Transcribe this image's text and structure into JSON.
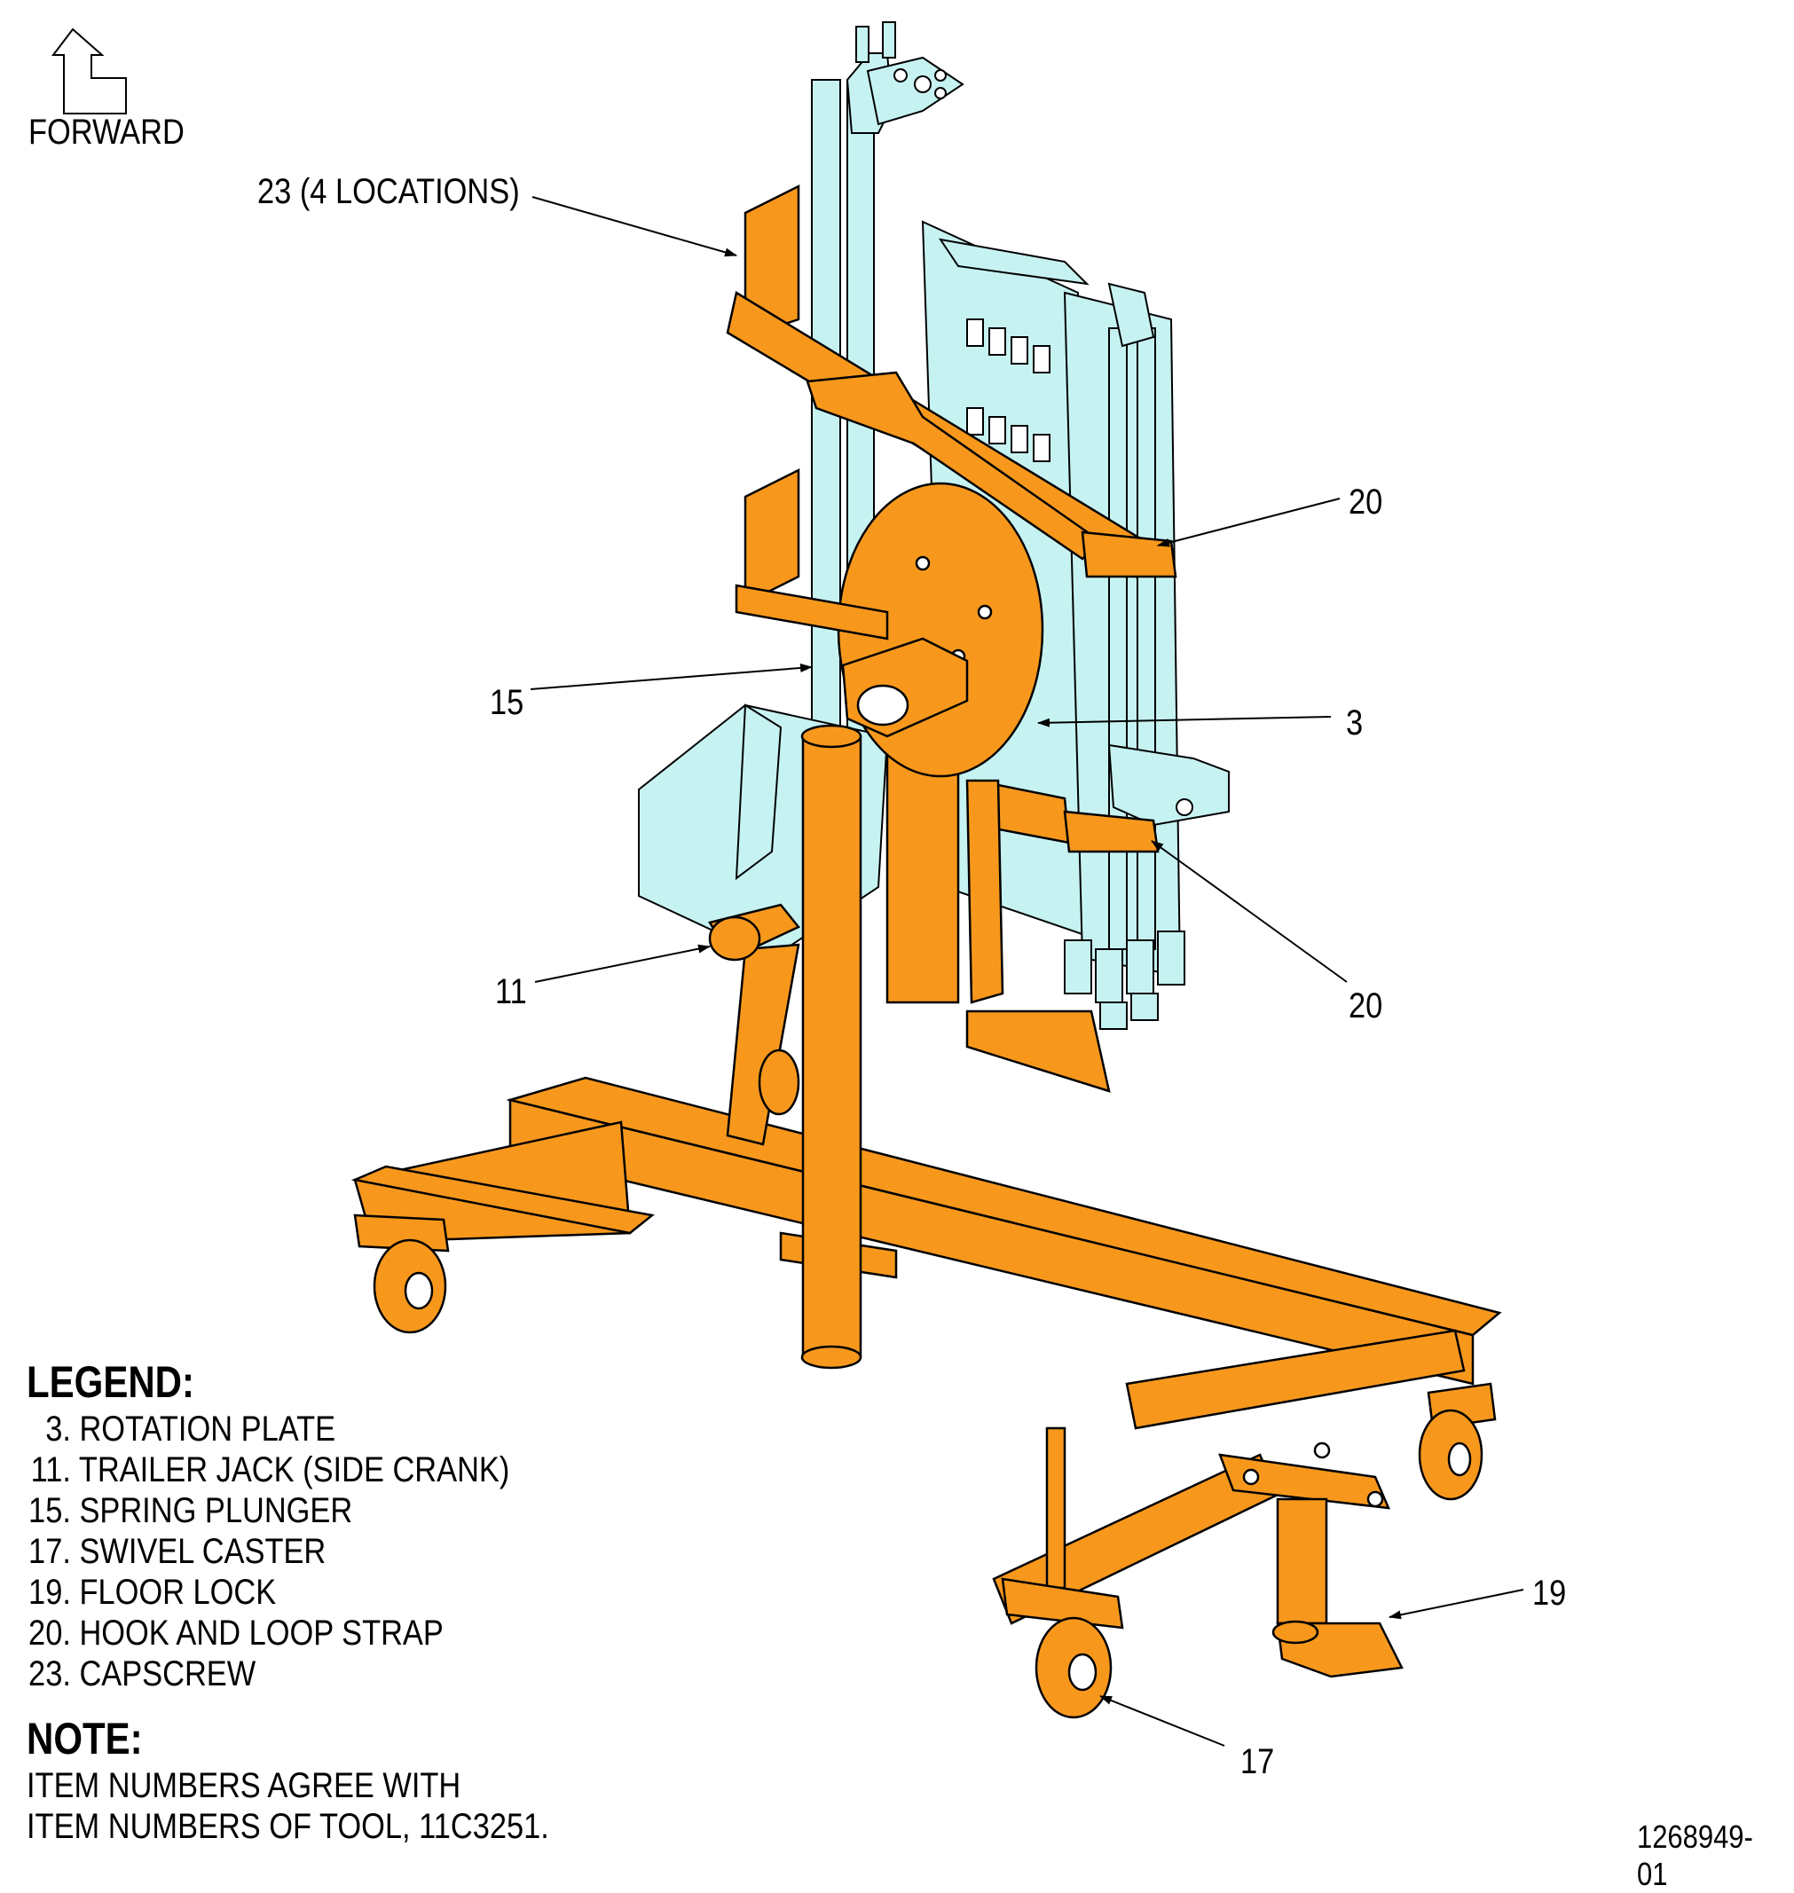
{
  "orientation": {
    "label": "FORWARD"
  },
  "callouts": {
    "capscrew": "23 (4 LOCATIONS)",
    "strap_upper": "20",
    "plunger": "15",
    "rotation_plate": "3",
    "trailer_jack": "11",
    "strap_lower": "20",
    "floor_lock": "19",
    "swivel_caster": "17"
  },
  "legend": {
    "title": "LEGEND:",
    "items": [
      {
        "number": "3.",
        "text": "ROTATION PLATE"
      },
      {
        "number": "11.",
        "text": "TRAILER JACK (SIDE CRANK)"
      },
      {
        "number": "15.",
        "text": "SPRING PLUNGER"
      },
      {
        "number": "17.",
        "text": "SWIVEL CASTER"
      },
      {
        "number": "19.",
        "text": "FLOOR LOCK"
      },
      {
        "number": "20.",
        "text": "HOOK AND LOOP STRAP"
      },
      {
        "number": "23.",
        "text": "CAPSCREW"
      }
    ]
  },
  "note": {
    "title": "NOTE:",
    "lines": [
      "ITEM NUMBERS AGREE WITH",
      "ITEM NUMBERS OF TOOL, 11C3251."
    ]
  },
  "drawing_number": "1268949-01",
  "colors": {
    "stand": "#f7981d",
    "component": "#c7f2f2",
    "outline": "#000000"
  }
}
